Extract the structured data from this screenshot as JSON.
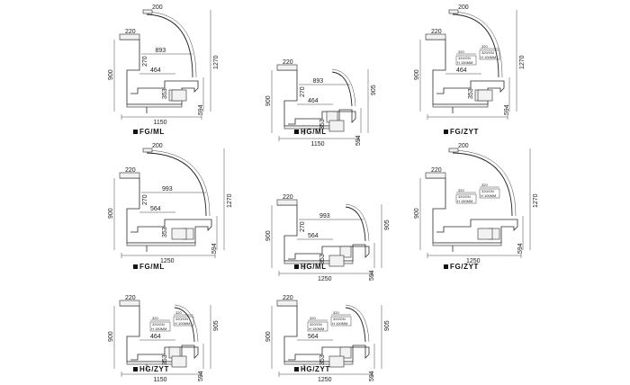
{
  "diagrams": [
    {
      "id": "d1",
      "caption": "FG/ML",
      "width": "1150",
      "depth": "893",
      "top": "200",
      "shelf": "220",
      "shelfH": "270",
      "inner": "464",
      "well": "353",
      "height": "900",
      "cheight": "1270",
      "base": "594",
      "glass": "tall",
      "kind": "ML"
    },
    {
      "id": "d2",
      "caption": "HG/ML",
      "width": "1150",
      "depth": "893",
      "top": "",
      "shelf": "220",
      "shelfH": "270",
      "inner": "464",
      "well": "353",
      "height": "900",
      "cheight": "905",
      "base": "594",
      "glass": "low",
      "kind": "ML"
    },
    {
      "id": "d3",
      "caption": "FG/ZYT",
      "width": "",
      "depth": "",
      "top": "200",
      "shelf": "220",
      "shelfH": "",
      "inner": "464",
      "well": "353",
      "height": "900",
      "cheight": "1270",
      "base": "594",
      "glass": "tall",
      "kind": "ZYT"
    },
    {
      "id": "d4",
      "caption": "FG/ML",
      "width": "1250",
      "depth": "993",
      "top": "200",
      "shelf": "220",
      "shelfH": "270",
      "inner": "564",
      "well": "353",
      "height": "900",
      "cheight": "1270",
      "base": "594",
      "glass": "tall",
      "kind": "ML"
    },
    {
      "id": "d5",
      "caption": "HG/ML",
      "width": "1250",
      "depth": "993",
      "top": "",
      "shelf": "220",
      "shelfH": "270",
      "inner": "564",
      "well": "353",
      "height": "900",
      "cheight": "905",
      "base": "594",
      "glass": "low",
      "kind": "ML"
    },
    {
      "id": "d6",
      "caption": "FG/ZYT",
      "width": "1250",
      "depth": "",
      "top": "200",
      "shelf": "220",
      "shelfH": "",
      "inner": "",
      "well": "",
      "height": "900",
      "cheight": "1270",
      "base": "594",
      "glass": "tall",
      "kind": "ZYT"
    },
    {
      "id": "d7",
      "caption": "HG/ZYT",
      "width": "1150",
      "depth": "",
      "top": "",
      "shelf": "220",
      "shelfH": "",
      "inner": "464",
      "well": "353",
      "height": "900",
      "cheight": "905",
      "base": "594",
      "glass": "low",
      "kind": "ZYT"
    },
    {
      "id": "d8",
      "caption": "HG/ZYT",
      "width": "1250",
      "depth": "",
      "top": "",
      "shelf": "220",
      "shelfH": "",
      "inner": "564",
      "well": "353",
      "height": "900",
      "cheight": "905",
      "base": "594",
      "glass": "low",
      "kind": "ZYT"
    }
  ],
  "zyt_labels": {
    "a": "320",
    "b": "320/GN",
    "c": "H 150MM",
    "d": "H 100MM"
  },
  "icons": {
    "caption_marker": "square-bullet-icon"
  }
}
